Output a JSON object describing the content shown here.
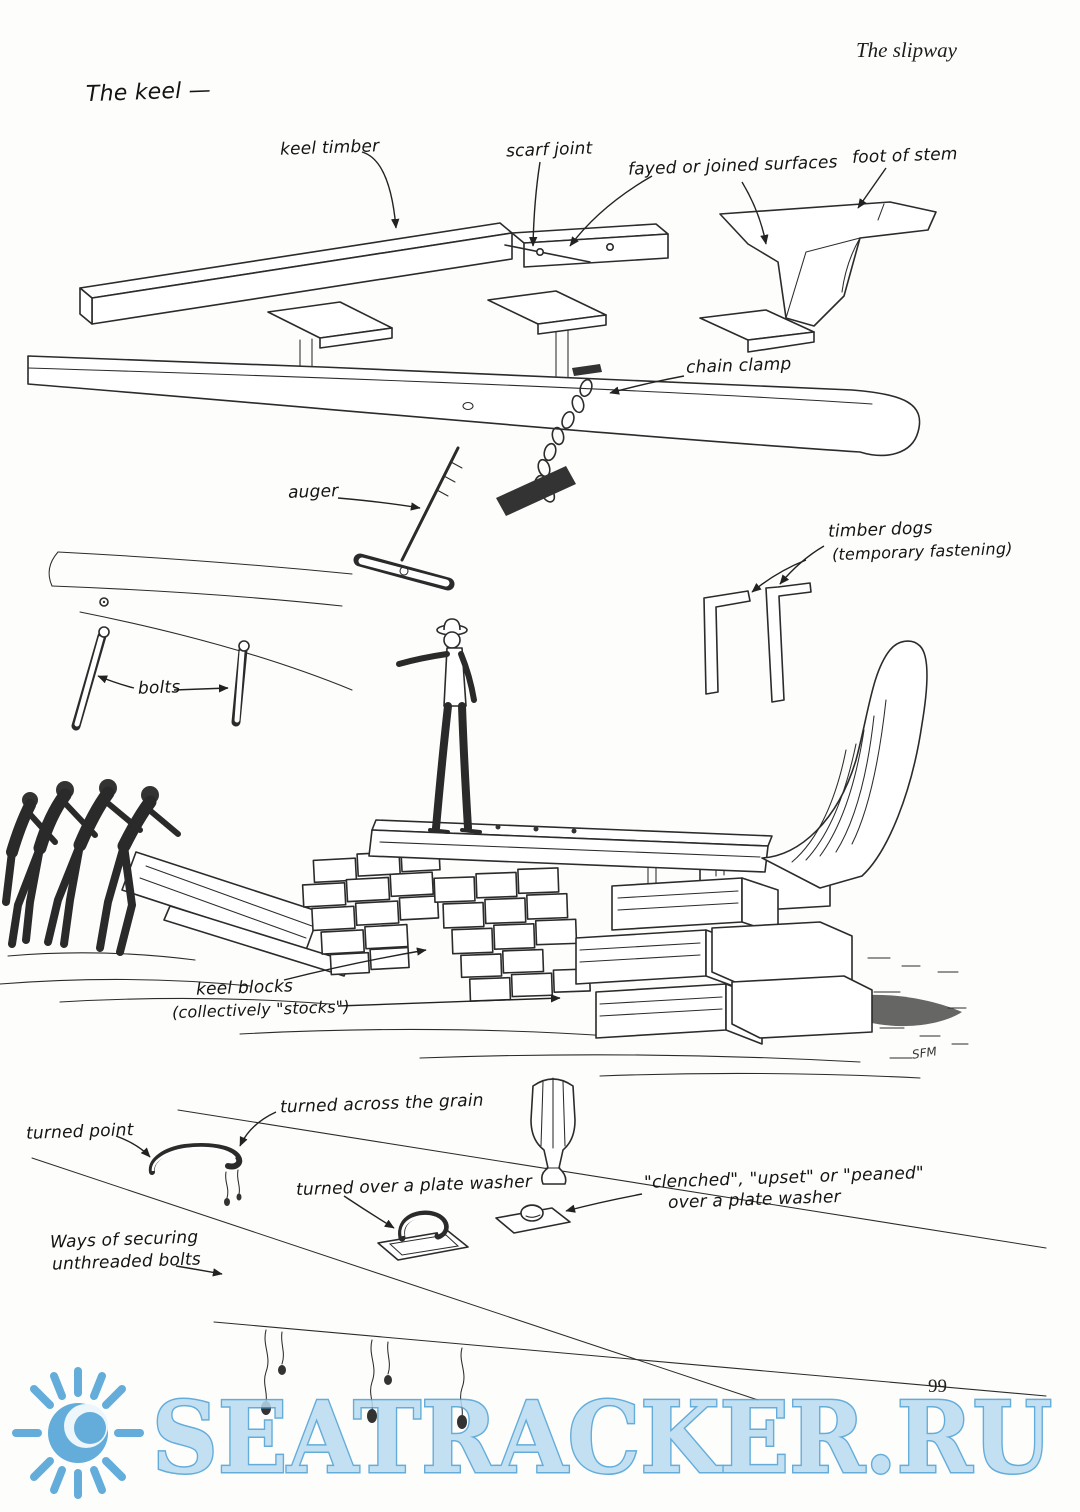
{
  "page": {
    "header": "The slipway",
    "title": "The keel —",
    "page_number": "99",
    "signature": "SFM",
    "ink_color": "#2b2b2b"
  },
  "labels": {
    "keel_timber": "keel timber",
    "scarf_joint": "scarf joint",
    "fayed_surfaces": "fayed or joined surfaces",
    "foot_of_stem": "foot of stem",
    "chain_clamp": "chain clamp",
    "auger": "auger",
    "timber_dogs_line1": "timber dogs",
    "timber_dogs_line2": "(temporary fastening)",
    "bolts": "bolts",
    "keel_blocks_line1": "keel blocks",
    "keel_blocks_line2": "(collectively \"stocks\")",
    "turned_across_grain": "turned across the grain",
    "turned_point": "turned point",
    "turned_plate_washer": "turned over a plate washer",
    "clenched_line1": "\"clenched\", \"upset\" or \"peaned\"",
    "clenched_line2": "over a plate washer",
    "ways_line1": "Ways of securing",
    "ways_line2": "unthreaded bolts"
  },
  "watermark": {
    "text": "SEATRACKER.RU",
    "color": "#4aa0d5"
  }
}
